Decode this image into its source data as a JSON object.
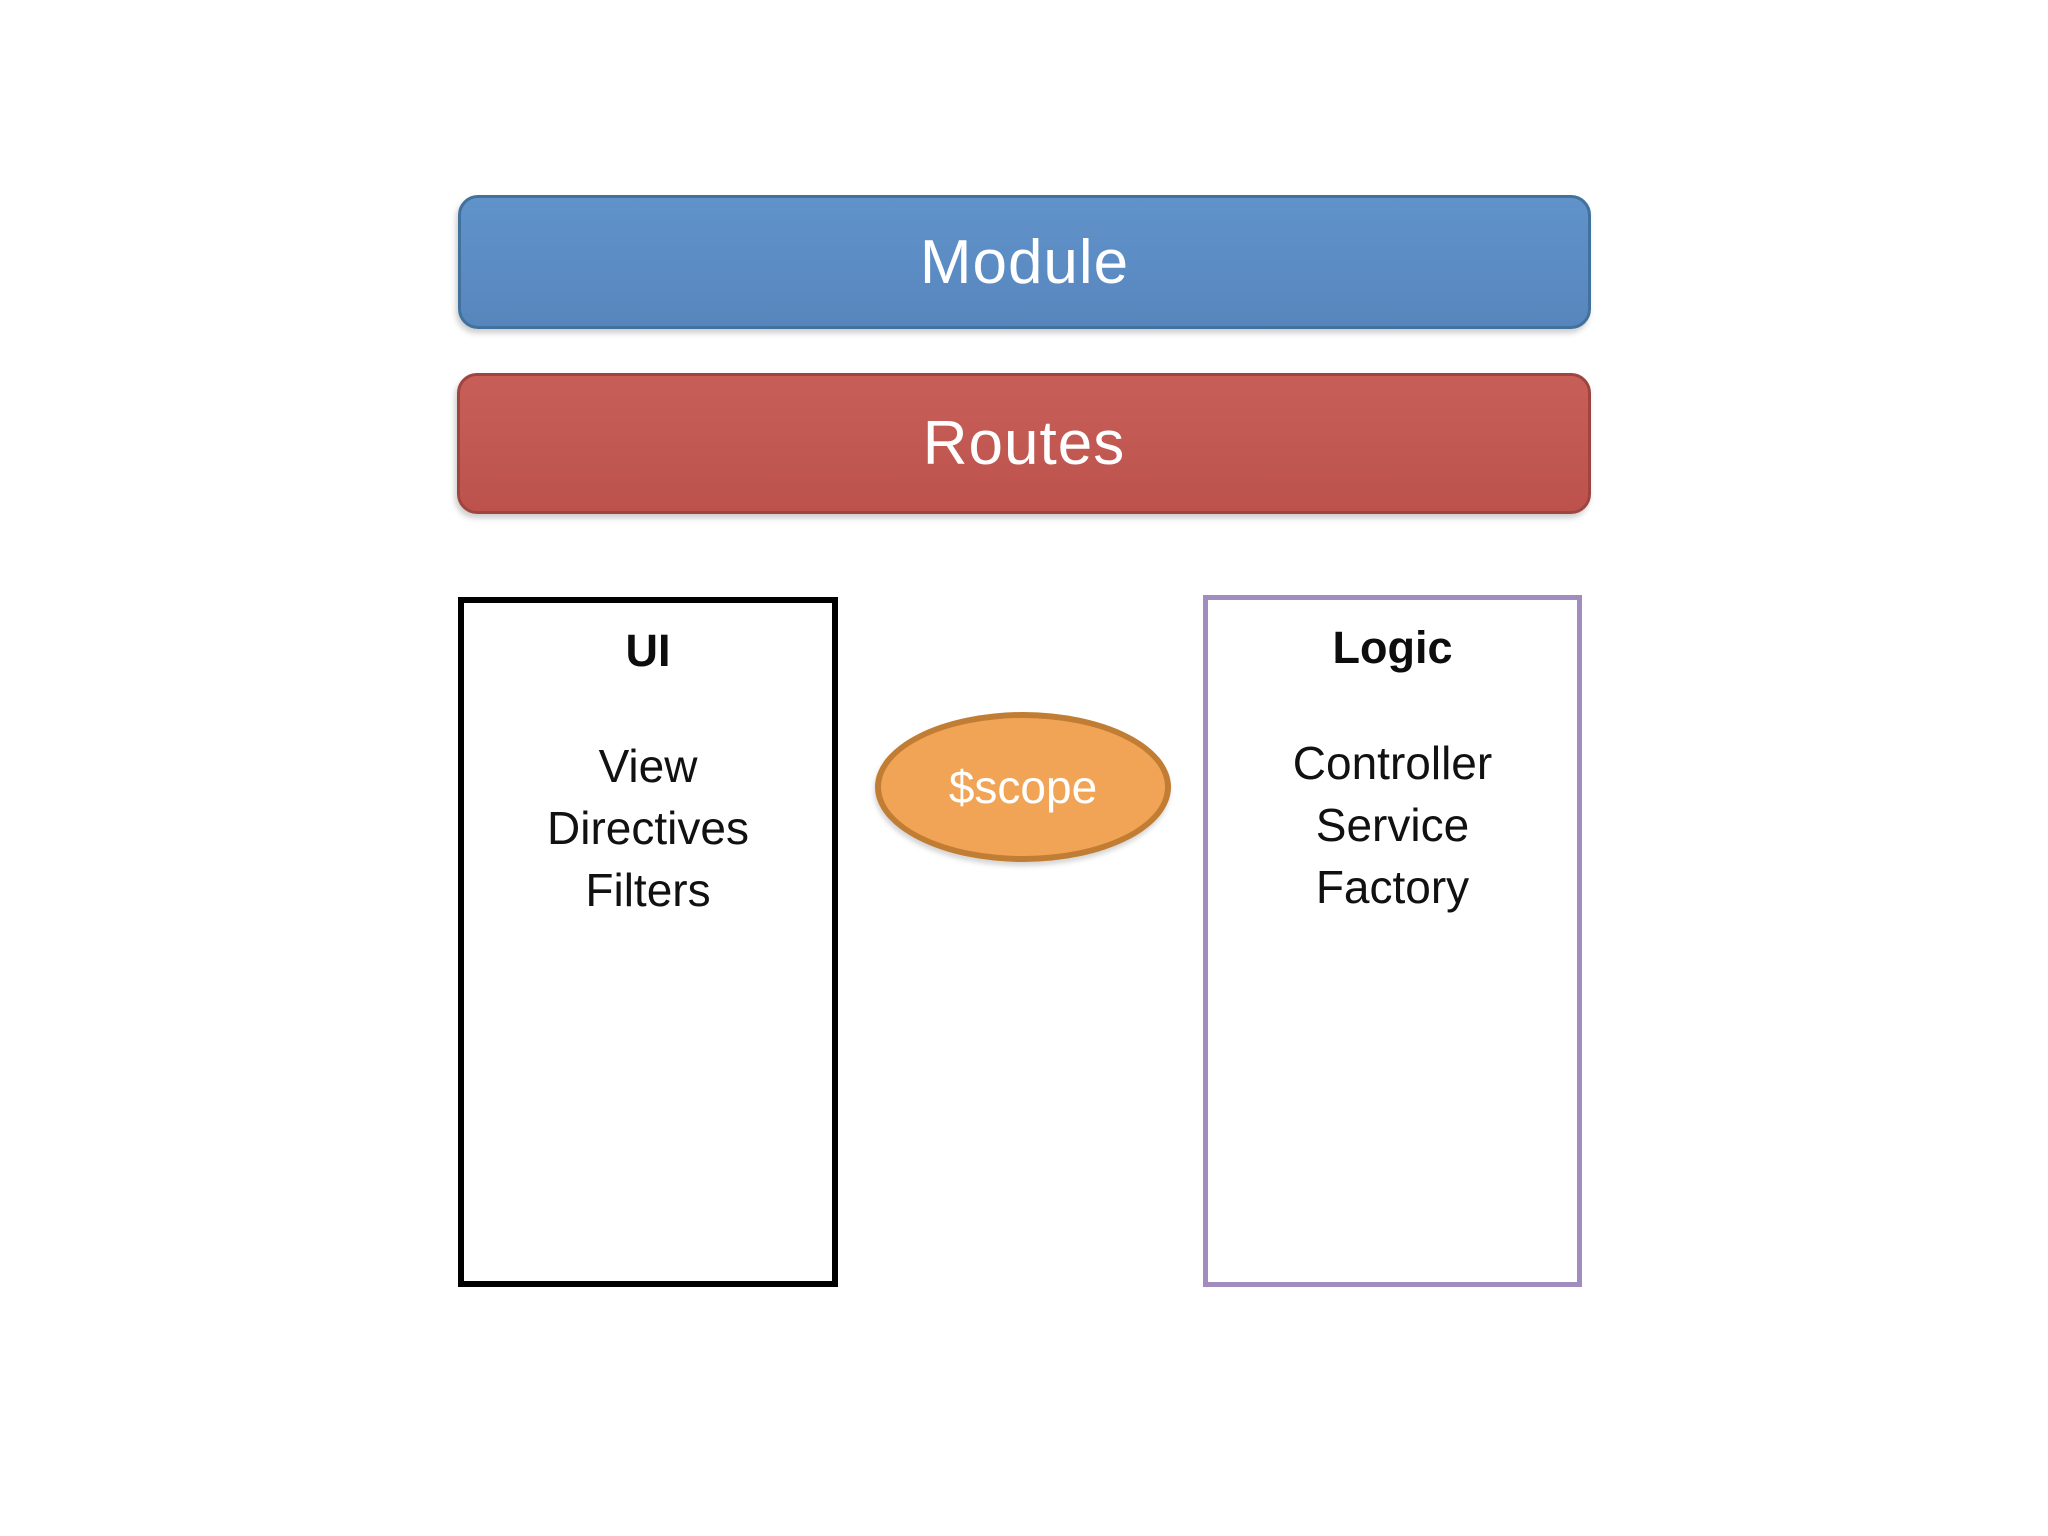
{
  "diagram": {
    "module_bar": {
      "label": "Module",
      "fill": "#5b8cc4",
      "border_color": "#41719c",
      "text_color": "#ffffff"
    },
    "routes_bar": {
      "label": "Routes",
      "fill": "#c2574f",
      "border_color": "#9e4540",
      "text_color": "#ffffff"
    },
    "ui_box": {
      "title": "UI",
      "items": [
        "View",
        "Directives",
        "Filters"
      ],
      "border_color": "#000000",
      "text_color": "#111111"
    },
    "logic_box": {
      "title": "Logic",
      "items": [
        "Controller",
        "Service",
        "Factory"
      ],
      "border_color": "#a18cc0",
      "text_color": "#111111"
    },
    "scope_ellipse": {
      "label": "$scope",
      "fill": "#f2a456",
      "border_color": "#c17d33",
      "text_color": "#ffffff"
    }
  }
}
